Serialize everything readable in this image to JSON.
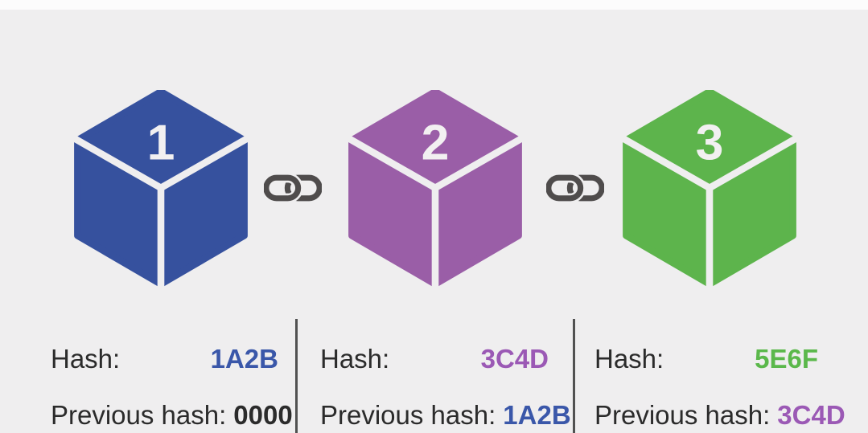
{
  "background": {
    "canvas": "#efeeef",
    "top_strip": "#fcfcfc"
  },
  "divider": {
    "color": "#515151"
  },
  "link_icon": {
    "name": "chain-link-icon",
    "color": "#4f4c4c"
  },
  "cube_number_color": "#f2f0f1",
  "text_color": "#2b2b2b",
  "blocks": [
    {
      "number": "1",
      "cube_color": "#36519e",
      "hash_label": "Hash:",
      "hash_value": "1A2B",
      "hash_value_color": "#3a57a9",
      "prev_label": "Previous hash:",
      "prev_value": "0000",
      "prev_value_color": "#2b2b2b"
    },
    {
      "number": "2",
      "cube_color": "#9a5ea7",
      "hash_label": "Hash:",
      "hash_value": "3C4D",
      "hash_value_color": "#9b59b5",
      "prev_label": "Previous hash:",
      "prev_value": "1A2B",
      "prev_value_color": "#3a57a9"
    },
    {
      "number": "3",
      "cube_color": "#5db44c",
      "hash_label": "Hash:",
      "hash_value": "5E6F",
      "hash_value_color": "#5bb84b",
      "prev_label": "Previous hash:",
      "prev_value": "3C4D",
      "prev_value_color": "#9b59b5"
    }
  ]
}
